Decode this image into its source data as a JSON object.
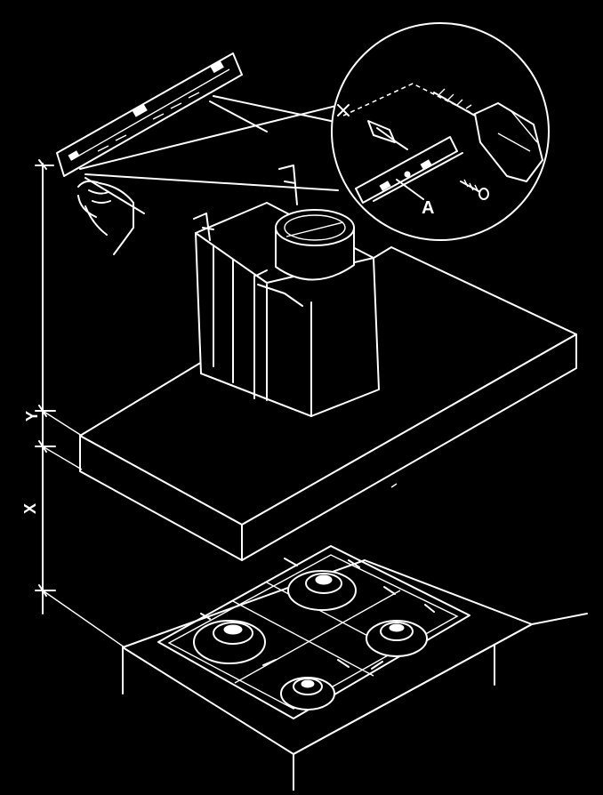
{
  "labels": {
    "callout_part": "A",
    "dimension_upper": "Y",
    "dimension_lower": "X"
  },
  "colors": {
    "background": "#000000",
    "line": "#ffffff"
  }
}
